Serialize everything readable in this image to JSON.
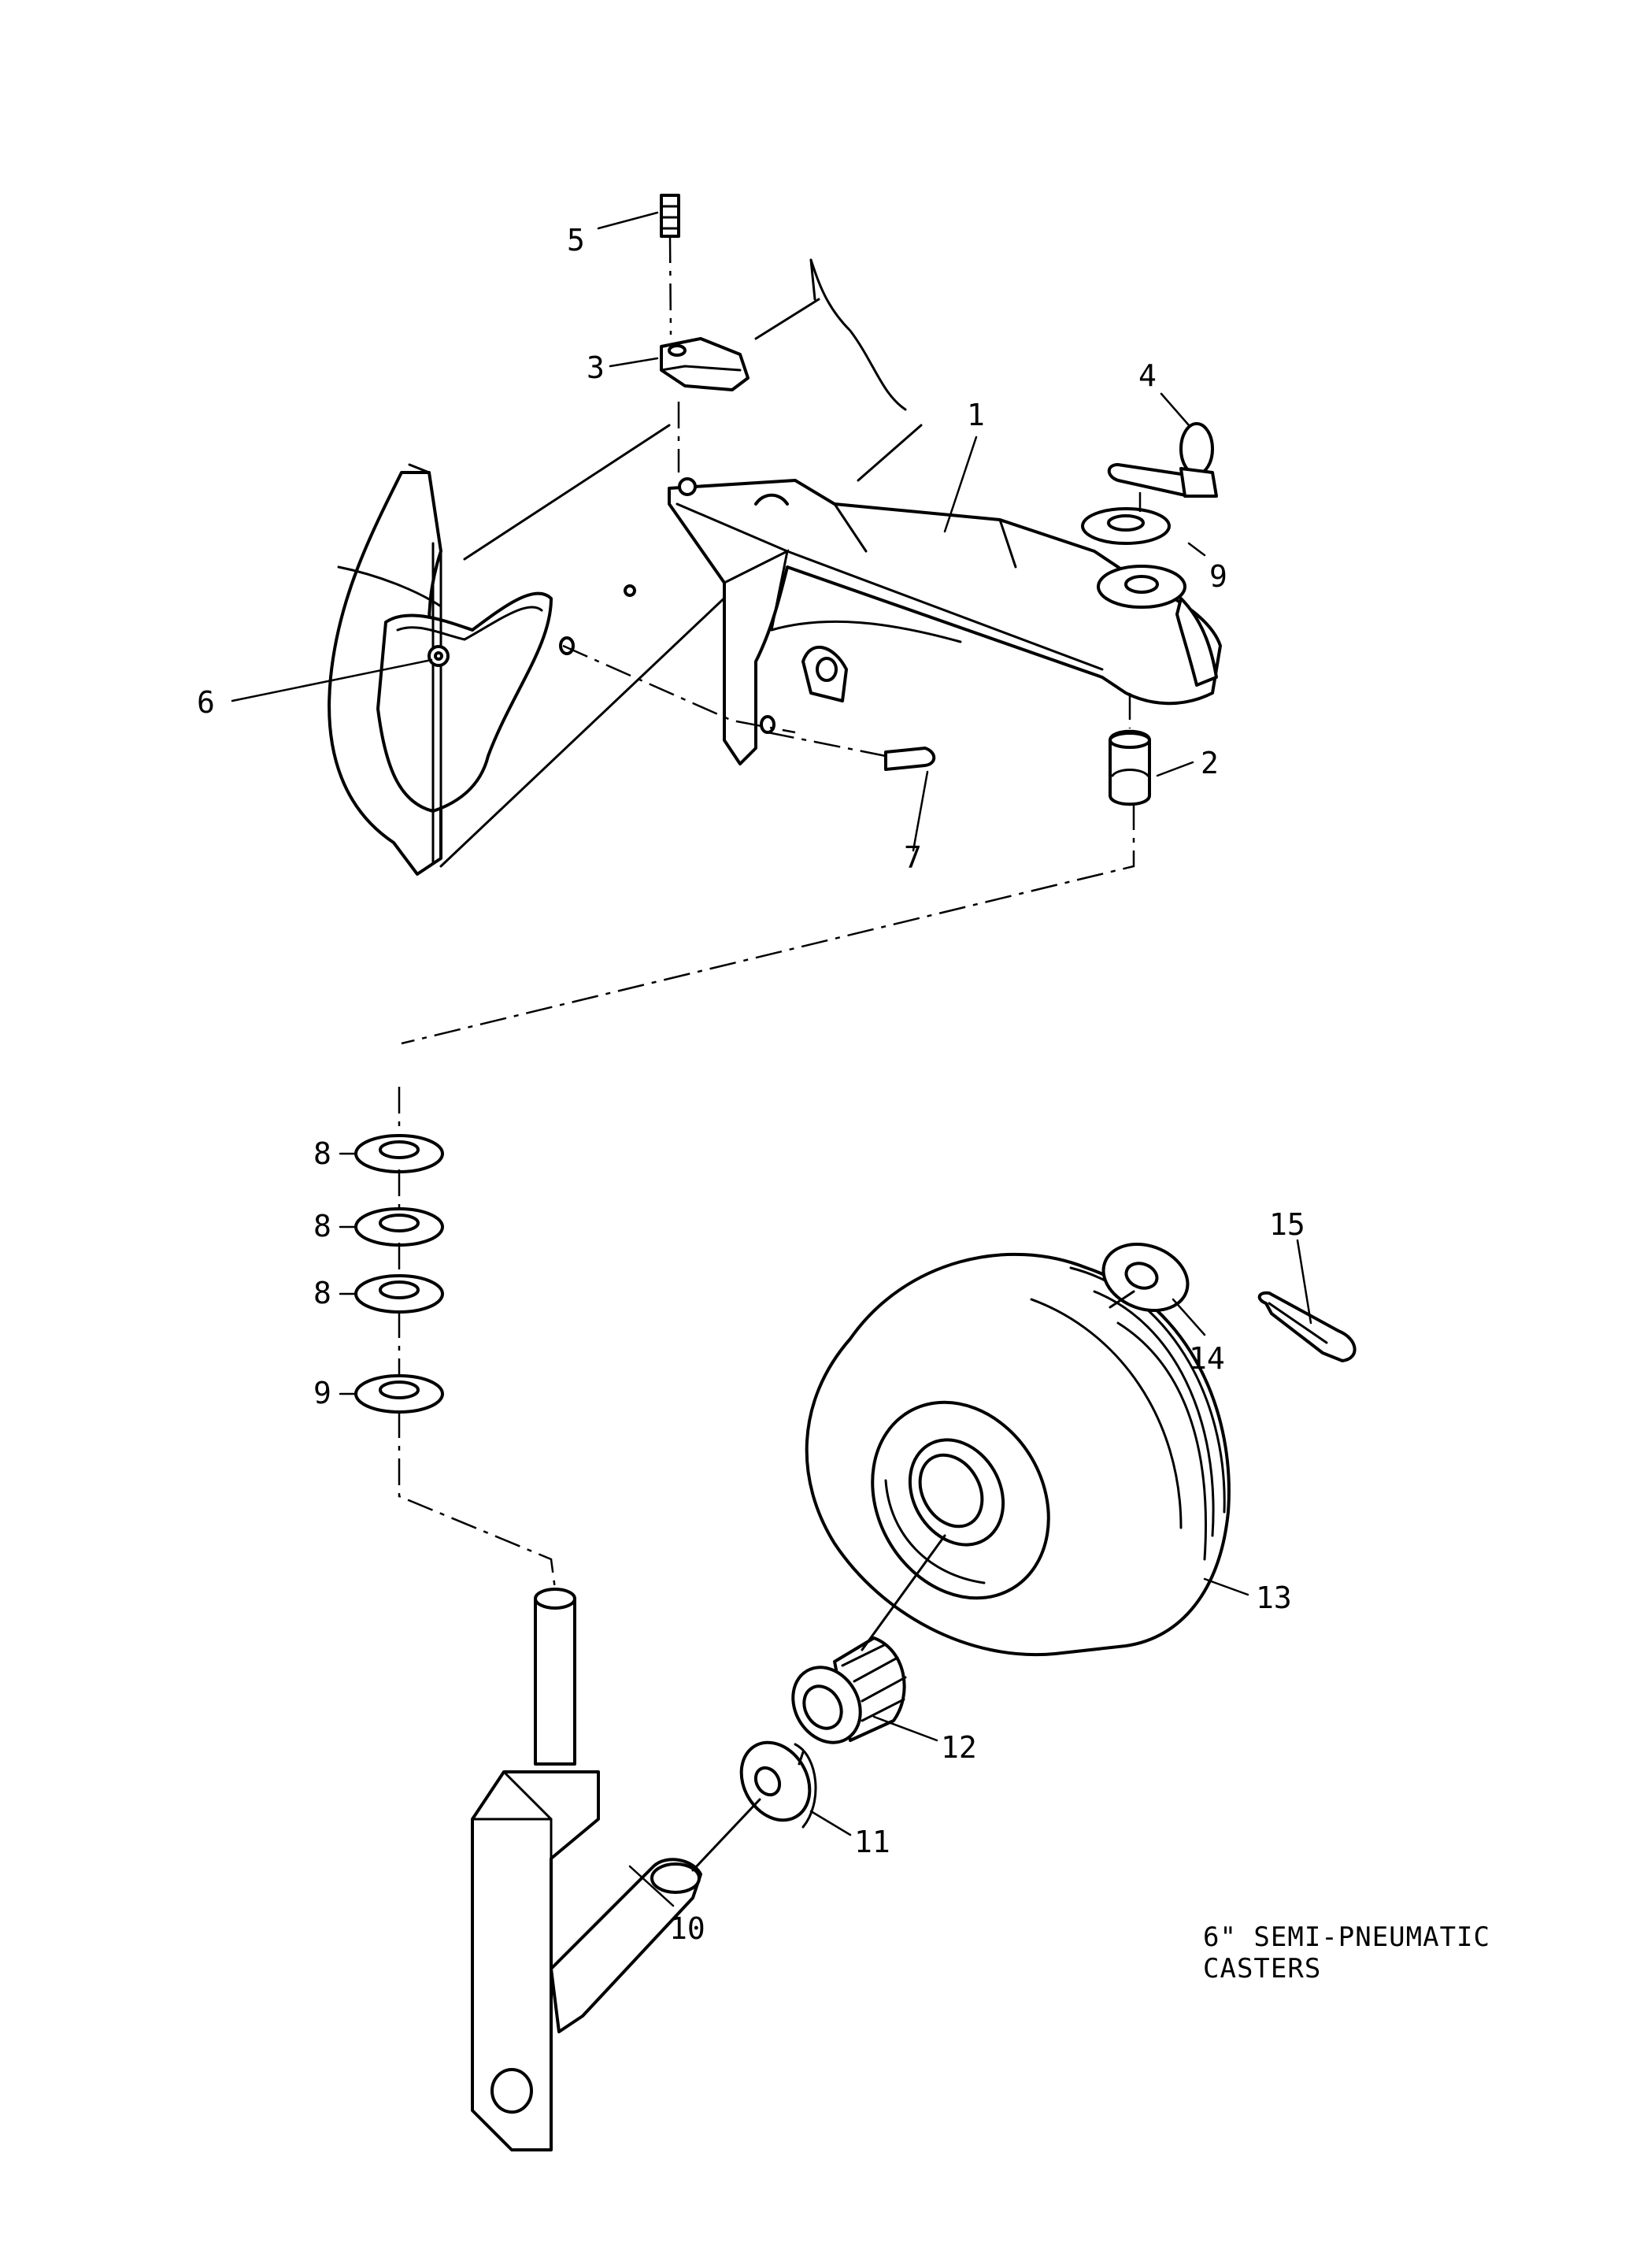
{
  "caption": {
    "line1": "6\" SEMI-PNEUMATIC",
    "line2": "CASTERS"
  },
  "callouts": {
    "c1": "1",
    "c2": "2",
    "c3": "3",
    "c4": "4",
    "c5": "5",
    "c6": "6",
    "c7": "7",
    "c8a": "8",
    "c8b": "8",
    "c8c": "8",
    "c9a": "9",
    "c9b": "9",
    "c10": "10",
    "c11": "11",
    "c12": "12",
    "c13": "13",
    "c14": "14",
    "c15": "15"
  }
}
